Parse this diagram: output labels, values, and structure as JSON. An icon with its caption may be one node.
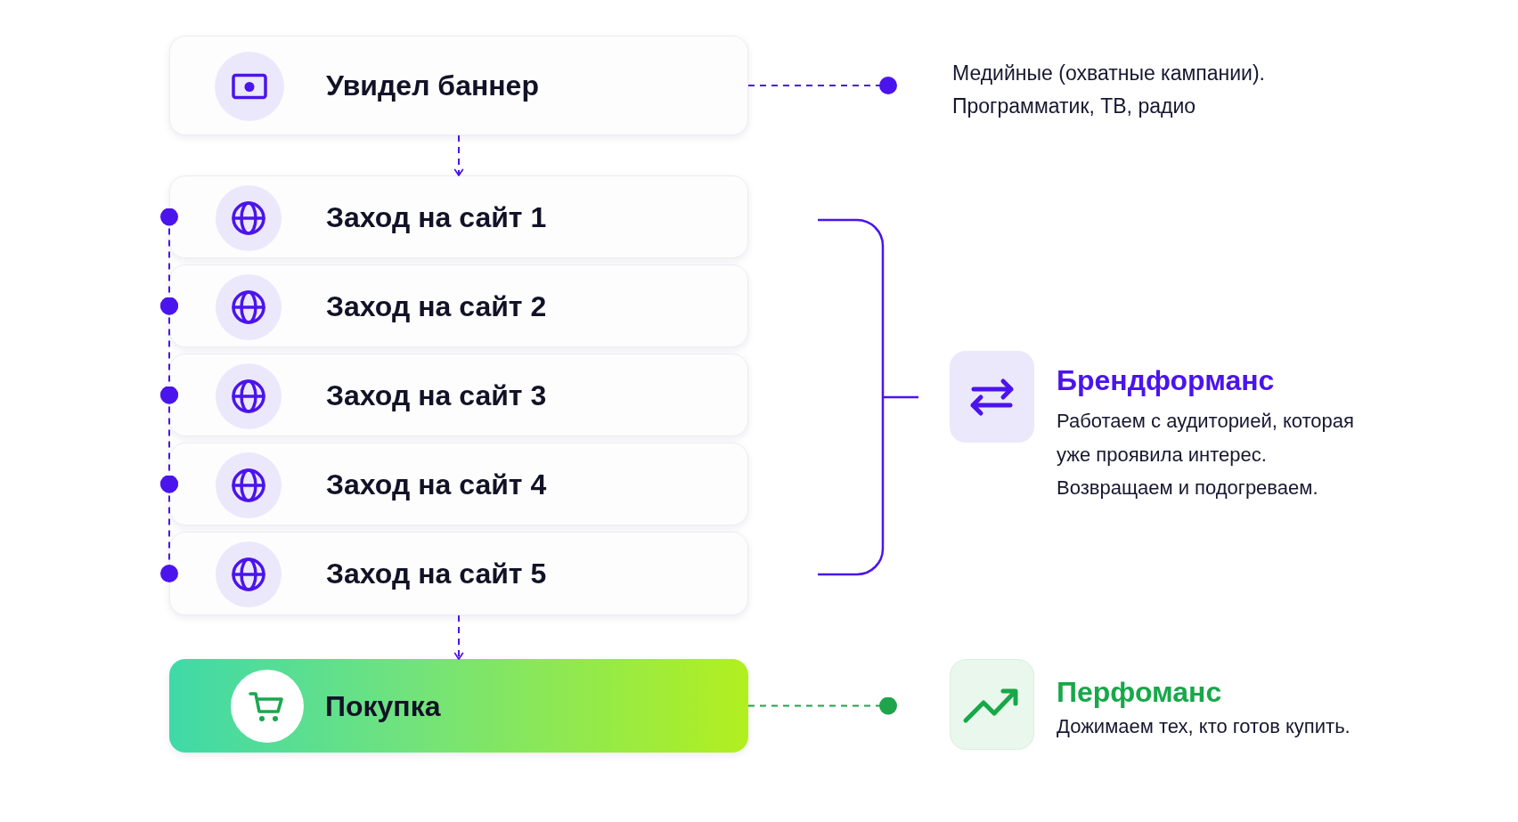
{
  "diagram": {
    "nodes": [
      {
        "text": [
          "Увидел баннер"
        ]
      },
      {
        "text": [
          "Заход на сайт 1"
        ]
      },
      {
        "text": [
          "Заход на сайт 2"
        ]
      },
      {
        "text": [
          "Заход на сайт 3"
        ]
      },
      {
        "text": [
          "Заход на сайт 4"
        ]
      },
      {
        "text": [
          "Заход на сайт 5"
        ]
      },
      {
        "text": [
          "Покупка"
        ]
      },
      {
        "text": [
          "Медийные (охватные кампании). Программатик, ТВ, радио"
        ]
      },
      {
        "text": [
          "Брендформанс",
          "Работаем с аудиторией, которая уже проявила интерес.",
          "Возвращаем и подогреваем."
        ]
      },
      {
        "text": [
          "Перфоманс",
          "Дожимаем тех, кто готов купить."
        ]
      }
    ],
    "edges": [
      {
        "from": 0,
        "to": 7,
        "arrow": "other",
        "style": "dashed"
      },
      {
        "from": 0,
        "to": 1,
        "arrow": "to",
        "style": "dashed"
      },
      {
        "from": 1,
        "to": 2,
        "arrow": "other",
        "style": "dashed"
      },
      {
        "from": 2,
        "to": 3,
        "arrow": "other",
        "style": "dashed"
      },
      {
        "from": 3,
        "to": 4,
        "arrow": "other",
        "style": "dashed"
      },
      {
        "from": 4,
        "to": 5,
        "arrow": "other",
        "style": "dashed"
      },
      {
        "from": 5,
        "to": 6,
        "arrow": "to",
        "style": "dashed"
      },
      {
        "from": 6,
        "to": 9,
        "arrow": "other",
        "style": "dashed",
        "color": "#1ea54c"
      }
    ]
  }
}
